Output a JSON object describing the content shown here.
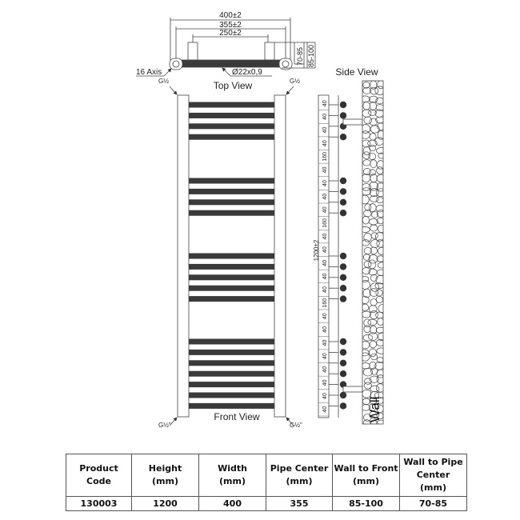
{
  "top_view": {
    "title": "Top View",
    "dim_overall": "400±2",
    "dim_pipe_center": "355±2",
    "dim_brackets": "250±2",
    "dim_wall_to_pipe": "70-85",
    "dim_wall_to_front": "85-100",
    "axis_label": "16 Axis",
    "tube_label": "Ø22x0,9",
    "valve_left": "G½",
    "valve_right": "G½"
  },
  "front_view": {
    "title": "Front View",
    "valve_bottom_left": "G½\"",
    "valve_bottom_right": "G½\"",
    "bar_groups": [
      4,
      4,
      5,
      7
    ],
    "bar_color": "#3a3a3a"
  },
  "side_view": {
    "title": "Side View",
    "height_dim": "1200±2",
    "wall_label": "Wall",
    "spacing_labels": [
      "40",
      "40",
      "40",
      "40",
      "160",
      "40",
      "40",
      "40",
      "40",
      "160",
      "40",
      "40",
      "40",
      "40",
      "40",
      "160",
      "40",
      "40",
      "40",
      "40",
      "40",
      "40",
      "40",
      "40"
    ]
  },
  "table": {
    "headers": [
      [
        "Product  Code"
      ],
      [
        "Height",
        "(mm)"
      ],
      [
        "Width",
        "(mm)"
      ],
      [
        "Pipe Center",
        "(mm)"
      ],
      [
        "Wall to Front",
        "(mm)"
      ],
      [
        "Wall to Pipe",
        "Center",
        "(mm)"
      ]
    ],
    "row": [
      "130003",
      "1200",
      "400",
      "355",
      "85-100",
      "70-85"
    ]
  }
}
